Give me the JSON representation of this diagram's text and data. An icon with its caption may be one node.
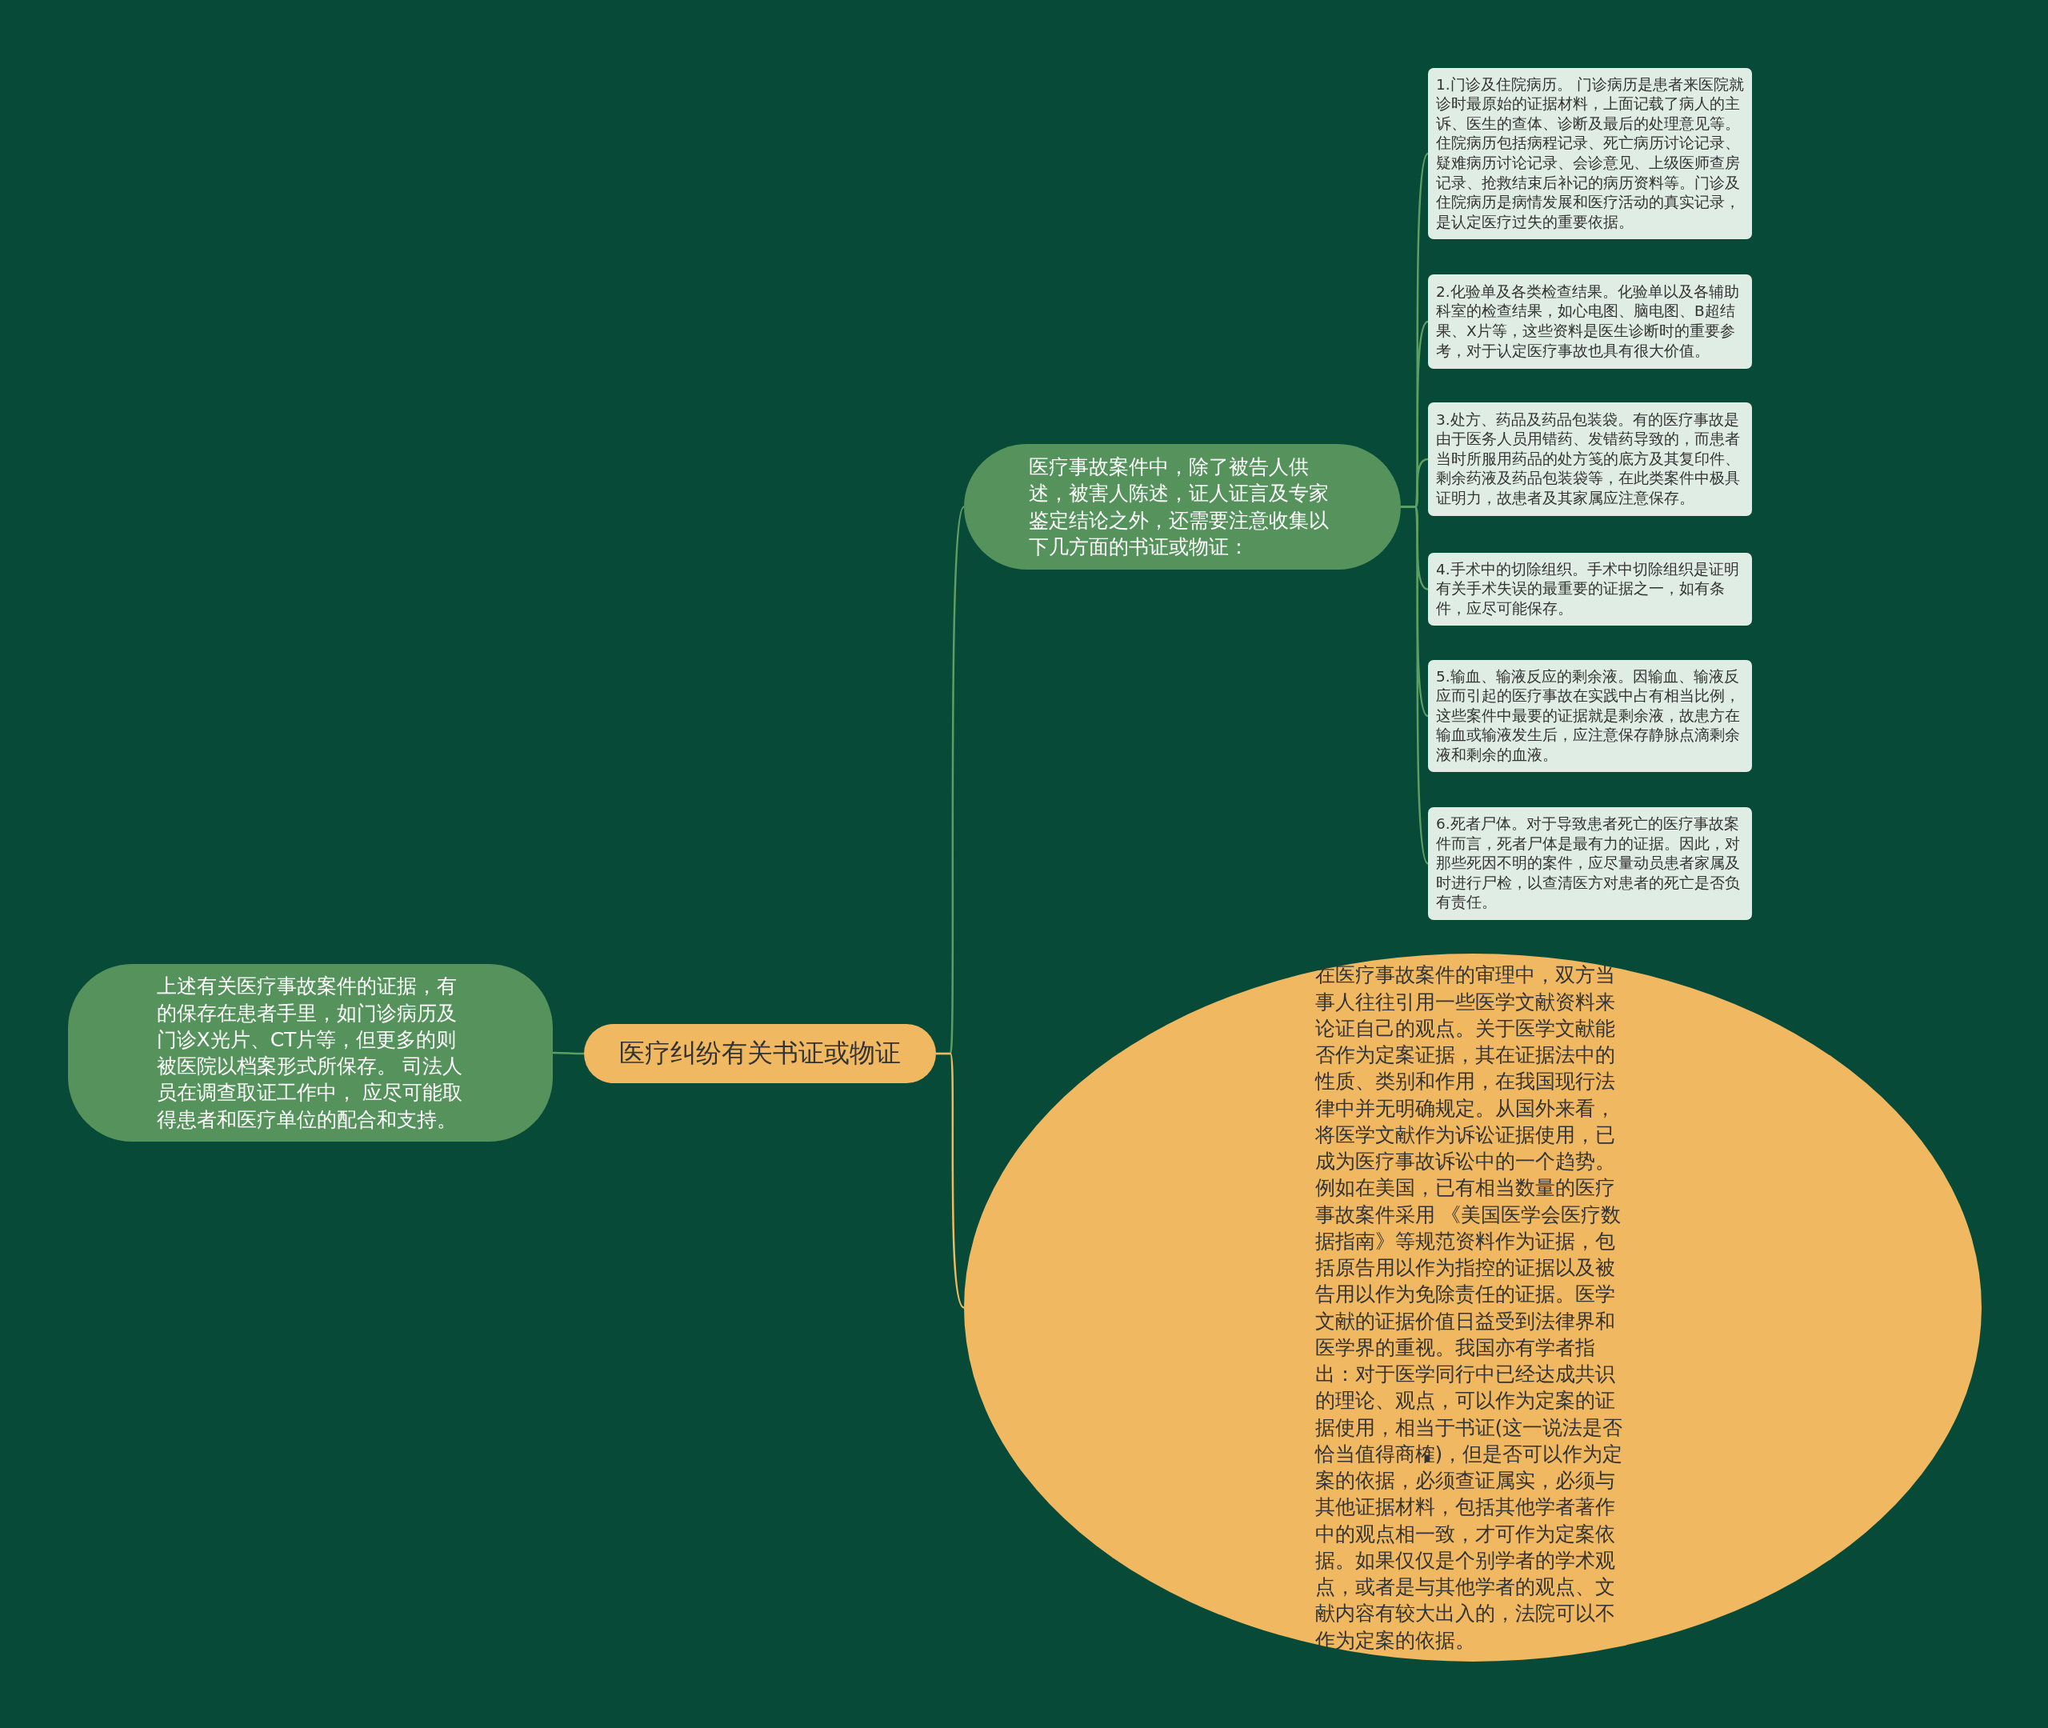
{
  "diagram": {
    "nodes": [
      {
        "text": [
          "医疗纠纷有关书证或物证"
        ]
      },
      {
        "text": [
          "医疗事故案件中，除了被告人供述，被害人陈述，证人证言及专家鉴定结论之外，还需要注意收集以下几方面的书证或物证："
        ]
      },
      {
        "text": [
          "1.门诊及住院病历。 门诊病历是患者来医院就诊时最原始的证据材料，上面记载了病人的主诉、医生的查体、诊断及最后的处理意见等。住院病历包括病程记录、死亡病历讨论记录、疑难病历讨论记录、会诊意见、上级医师查房记录、抢救结束后补记的病历资料等。门诊及住院病历是病情发展和医疗活动的真实记录，是认定医疗过失的重要依据。"
        ]
      },
      {
        "text": [
          "2.化验单及各类检查结果。化验单以及各辅助科室的检查结果，如心电图、脑电图、B超结果、X片等，这些资料是医生诊断时的重要参考，对于认定医疗事故也具有很大价值。"
        ]
      },
      {
        "text": [
          "3.处方、药品及药品包装袋。有的医疗事故是由于医务人员用错药、发错药导致的，而患者当时所服用药品的处方笺的底方及其复印件、剩余药液及药品包装袋等，在此类案件中极具证明力，故患者及其家属应注意保存。"
        ]
      },
      {
        "text": [
          "4.手术中的切除组织。手术中切除组织是证明有关手术失误的最重要的证据之一，如有条件，应尽可能保存。"
        ]
      },
      {
        "text": [
          "5.输血、输液反应的剩余液。因输血、输液反应而引起的医疗事故在实践中占有相当比例，这些案件中最要的证据就是剩余液，故患方在输血或输液发生后，应注意保存静脉点滴剩余液和剩余的血液。"
        ]
      },
      {
        "text": [
          "6.死者尸体。对于导致患者死亡的医疗事故案件而言，死者尸体是最有力的证据。因此，对那些死因不明的案件，应尽量动员患者家属及时进行尸检，以查清医方对患者的死亡是否负有责任。"
        ]
      },
      {
        "text": [
          "在医疗事故案件的审理中，双方当事人往往引用一些医学文献资料来论证自己的观点。关于医学文献能否作为定案证据，其在证据法中的性质、类别和作用，在我国现行法律中并无明确规定。从国外来看，将医学文献作为诉讼证据使用，已成为医疗事故诉讼中的一个趋势。例如在美国，已有相当数量的医疗事故案件采用 《美国医学会医疗数据指南》等规范资料作为证据，包括原告用以作为指控的证据以及被告用以作为免除责任的证据。医学文献的证据价值日益受到法律界和医学界的重视。我国亦有学者指出：对于医学同行中已经达成共识的理论、观点，可以作为定案的证据使用，相当于书证(这一说法是否恰当值得商榷)，但是否可以作为定案的依据，必须查证属实，必须与其他证据材料，包括其他学者著作中的观点相一致，才可作为定案依据。如果仅仅是个别学者的学术观点，或者是与其他学者的观点、文献内容有较大出入的，法院可以不作为定案的依据。"
        ]
      },
      {
        "text": [
          "上述有关医疗事故案件的证据，有的保存在患者手里，如门诊病历及门诊X光片、CT片等，但更多的则被医院以档案形式所保存。 司法人员在调查取证工作中， 应尽可能取得患者和医疗单位的配合和支持。"
        ]
      }
    ],
    "edges": [
      {
        "from": 0,
        "to": 1,
        "arrow": "none"
      },
      {
        "from": 1,
        "to": 2,
        "arrow": "none"
      },
      {
        "from": 1,
        "to": 3,
        "arrow": "none"
      },
      {
        "from": 1,
        "to": 4,
        "arrow": "none"
      },
      {
        "from": 1,
        "to": 5,
        "arrow": "none"
      },
      {
        "from": 1,
        "to": 6,
        "arrow": "none"
      },
      {
        "from": 1,
        "to": 7,
        "arrow": "none"
      },
      {
        "from": 0,
        "to": 8,
        "arrow": "none",
        "color": "#f0b860"
      },
      {
        "from": 0,
        "to": 9,
        "arrow": "none"
      }
    ]
  }
}
